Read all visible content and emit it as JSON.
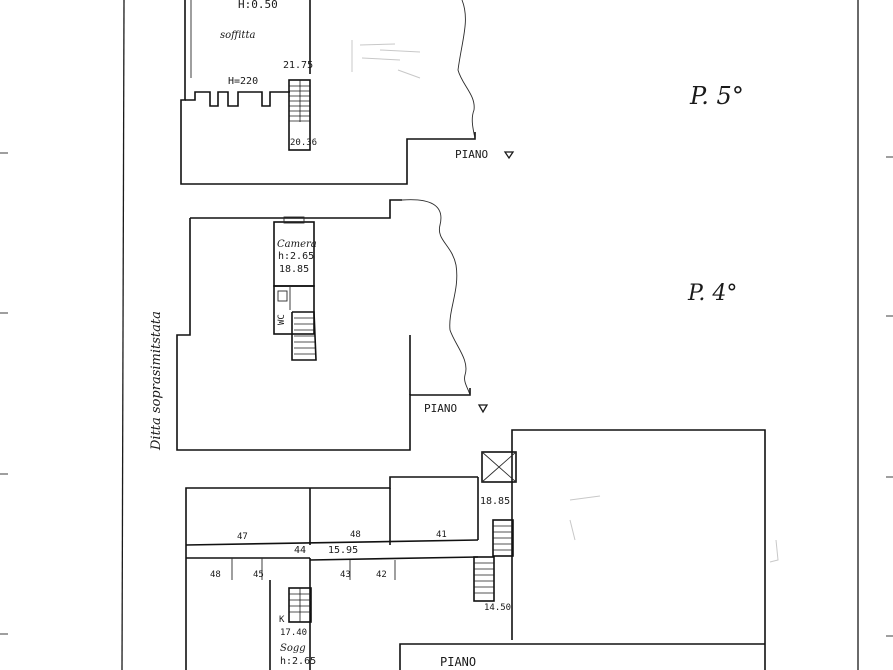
{
  "floors": {
    "fifth": {
      "floor_mark": "P. 5°",
      "room_height": "H:0.50",
      "room_name": "soffitta",
      "level_top": "21.75",
      "height_label": "H=220",
      "level_bottom": "20.36",
      "piano_label": "PIANO"
    },
    "fourth": {
      "floor_mark": "P. 4°",
      "room_name": "Camera",
      "room_height": "h:2.65",
      "level": "18.85",
      "wc_label": "WC",
      "piano_label": "PIANO"
    },
    "third": {
      "level_landing": "18.85",
      "level_stair": "14.50",
      "level_corridor": "15.95",
      "dim_47": "47",
      "dim_48a": "48",
      "dim_41": "41",
      "dim_44": "44",
      "dim_48b": "48",
      "dim_45": "45",
      "dim_43": "43",
      "dim_42": "42",
      "kitchen_label": "K",
      "level_kitchen": "17.40",
      "room_name": "Sogg",
      "room_height": "h:2.65",
      "piano_label": "PIANO"
    }
  },
  "side_text": "Ditta soprasimitstata"
}
